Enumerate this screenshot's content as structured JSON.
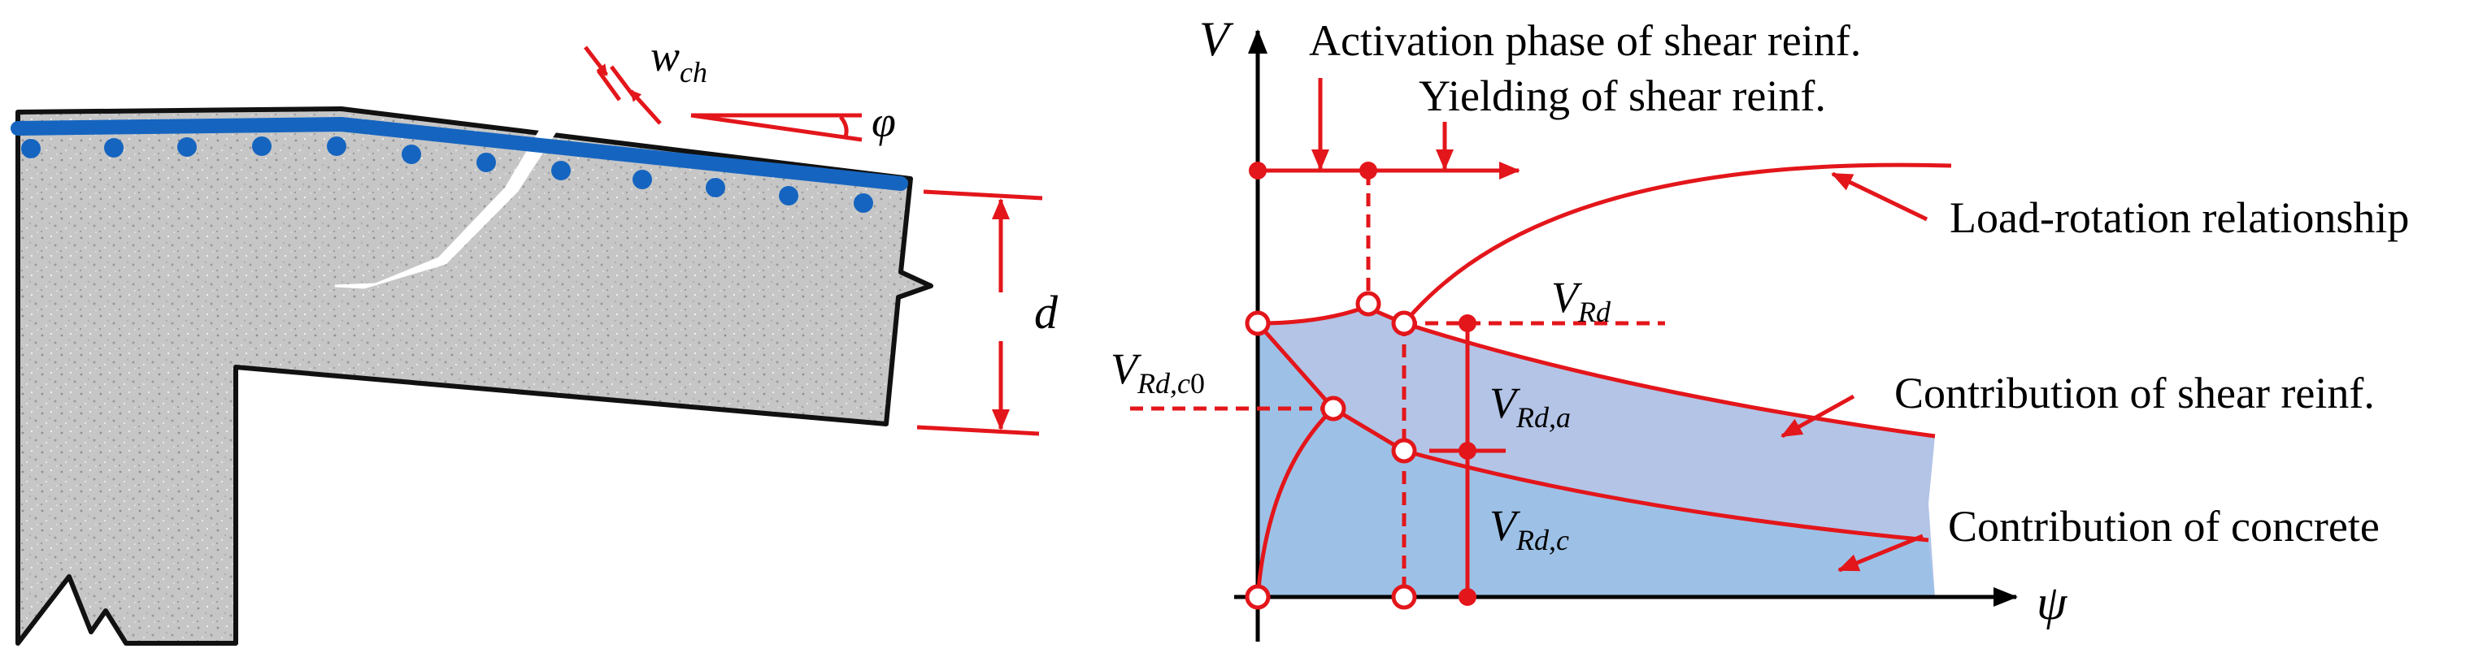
{
  "colors": {
    "red": "#e3161b",
    "rebar_blue": "#1565c0",
    "concrete_gray": "#c9c9c9",
    "shear_fill": "#b3c4e6",
    "concrete_fill": "#9cc3e6"
  },
  "left": {
    "crack_width": {
      "main": "w",
      "sub": "ch"
    },
    "rotation": "φ",
    "depth": "d"
  },
  "right": {
    "axis_y": "V",
    "axis_x": "ψ",
    "activation_phase": "Activation phase of shear reinf.",
    "yielding": "Yielding of shear reinf.",
    "load_rotation": "Load-rotation relationship",
    "contrib_shear": "Contribution of shear reinf.",
    "contrib_concrete": "Contribution of concrete",
    "v_rd": {
      "main": "V",
      "sub": "Rd"
    },
    "v_rd_c0": {
      "main": "V",
      "sub": "Rd,c",
      "sub2": "0"
    },
    "v_rd_a": {
      "main": "V",
      "sub": "Rd,a"
    },
    "v_rd_c": {
      "main": "V",
      "sub": "Rd,c"
    }
  }
}
